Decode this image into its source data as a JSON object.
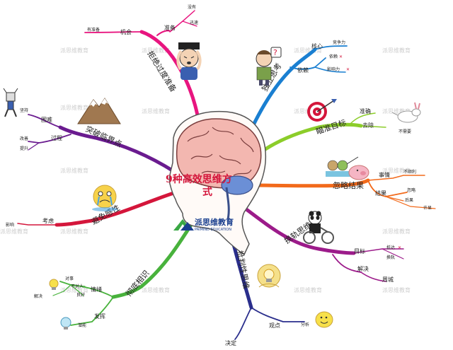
{
  "center": {
    "title_line1": "9种高效思维方",
    "title_line2": "式"
  },
  "brand": {
    "name": "派思维教育",
    "name_en": "PAIMIND EDUCATION"
  },
  "watermark": "派思维教育",
  "branches": [
    {
      "label": "拒绝过度准备",
      "color": "#e8157f",
      "children": [
        {
          "label": "准备",
          "children": [
            "没有",
            "迅速"
          ]
        },
        {
          "label": "机会",
          "children": [
            "有准备"
          ]
        }
      ]
    },
    {
      "label": "独立思考",
      "color": "#1a7fd1",
      "children": [
        {
          "label": "核心",
          "children": [
            "竞争力"
          ]
        },
        {
          "label": "依赖",
          "children": [
            "依赖",
            "影响力"
          ]
        }
      ]
    },
    {
      "label": "瞄准目标",
      "color": "#8ccd2a",
      "children": [
        {
          "label": "准确",
          "children": []
        },
        {
          "label": "去除",
          "children": [
            "不需要"
          ]
        }
      ]
    },
    {
      "label": "忽略结果",
      "color": "#f26a1b",
      "children": [
        {
          "label": "事情",
          "children": [
            "不顺利"
          ]
        },
        {
          "label": "结果",
          "children": [
            "忽略",
            "后果",
            "许显"
          ]
        }
      ]
    },
    {
      "label": "换轨思维",
      "color": "#9c1b8a",
      "children": [
        {
          "label": "目标",
          "children": [
            "抵达",
            "换轨"
          ]
        },
        {
          "label": "解决",
          "children": []
        },
        {
          "label": "周城",
          "children": []
        }
      ]
    },
    {
      "label": "批判性思维",
      "color": "#2a2e8c",
      "children": [
        {
          "label": "观点",
          "children": [
            "分析"
          ]
        },
        {
          "label": "决定",
          "children": []
        }
      ]
    },
    {
      "label": "彻底相识",
      "color": "#48b23c",
      "children": [
        {
          "label": "情绪",
          "children": [
            "对事",
            "不对人",
            "良好",
            "解决"
          ]
        },
        {
          "label": "发挥",
          "children": [
            "潜能"
          ]
        }
      ]
    },
    {
      "label": "避免感性",
      "color": "#d4163b",
      "children": [
        {
          "label": "考虑",
          "children": [
            "影响"
          ]
        }
      ]
    },
    {
      "label": "突破临界点",
      "color": "#6a1b8f",
      "children": [
        {
          "label": "困难",
          "children": [
            "坚持"
          ]
        },
        {
          "label": "过程",
          "children": [
            "改善",
            "提升"
          ]
        }
      ]
    }
  ],
  "colors": {
    "brain_pink": "#f3b7b0",
    "brain_outline": "#7a3d3d",
    "center_title": "#d4163b",
    "brand_blue": "#1a3f8f",
    "brand_green": "#3aa844",
    "head_outline": "#555555"
  },
  "icons": [
    "worried-person-icon",
    "thinking-person-icon",
    "dart-target-icon",
    "running-rabbit-icon",
    "fishing-animals-icon",
    "smiling-pig-icon",
    "panda-wheelchair-icon",
    "lightbulb-head-icon",
    "yellow-blob-icon",
    "lightbulb-icon",
    "crying-face-icon",
    "mountain-icon",
    "robot-figure-icon"
  ]
}
